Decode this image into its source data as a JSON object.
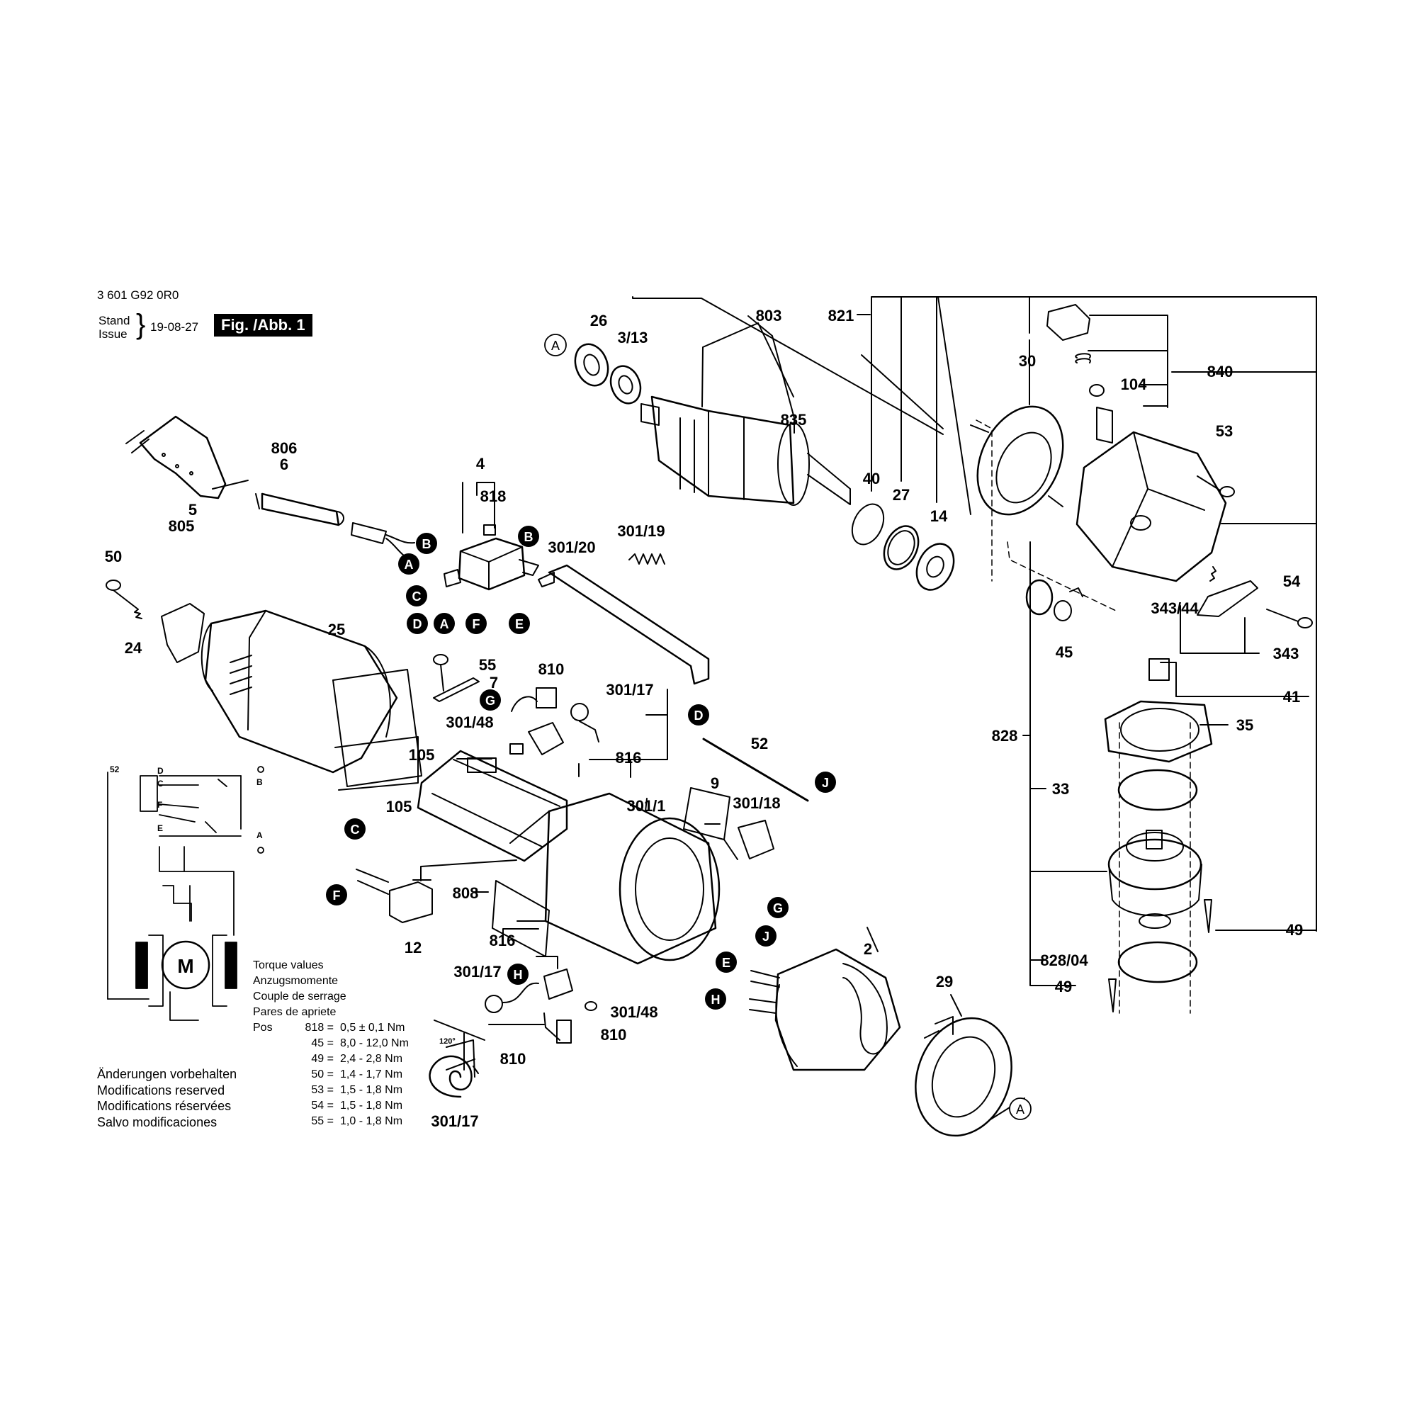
{
  "header": {
    "document_number": "3 601 G92 0R0",
    "stand_issue": [
      "Stand",
      "Issue"
    ],
    "date": "19-08-27",
    "figure_label": "Fig. /Abb. 1"
  },
  "callouts": {
    "c26": "26",
    "c3_13": "3/13",
    "c803": "803",
    "c821": "821",
    "c30": "30",
    "c104": "104",
    "c840": "840",
    "c835": "835",
    "c53": "53",
    "c40": "40",
    "c27": "27",
    "c14": "14",
    "c806": "806",
    "c6": "6",
    "c5": "5",
    "c805": "805",
    "c4": "4",
    "c818": "818",
    "c301_20": "301/20",
    "c301_19": "301/19",
    "c50": "50",
    "c24": "24",
    "c25": "25",
    "c54": "54",
    "c343_44": "343/44",
    "c45": "45",
    "c343": "343",
    "c41": "41",
    "c55": "55",
    "c7": "7",
    "c810a": "810",
    "c301_17a": "301/17",
    "c301_48a": "301/48",
    "c816a": "816",
    "c52b": "52",
    "c105a": "105",
    "c105b": "105",
    "c828": "828",
    "c35": "35",
    "c33": "33",
    "c9": "9",
    "c301_18": "301/18",
    "c301_1": "301/1",
    "c808": "808",
    "c12": "12",
    "c816b": "816",
    "c301_17b": "301/17",
    "c301_48b": "301/48",
    "c810b": "810",
    "c810c": "810",
    "c301_17c": "301/17",
    "c2": "2",
    "c29": "29",
    "c49a": "49",
    "c828_04": "828/04",
    "c49b": "49"
  },
  "connectors": {
    "A1": "A",
    "B1": "B",
    "B2": "B",
    "A2": "A",
    "C1": "C",
    "D1": "D",
    "A3": "A",
    "F1": "F",
    "E1": "E",
    "G1": "G",
    "D2": "D",
    "J1": "J",
    "C2": "C",
    "F2": "F",
    "H1": "H",
    "G2": "G",
    "J2": "J",
    "E2": "E",
    "H2": "H",
    "A4": "A"
  },
  "schematic": {
    "label_52": "52",
    "D": "D",
    "C": "C",
    "F": "F",
    "E": "E",
    "B": "B",
    "A": "A",
    "motor": "M"
  },
  "detail": {
    "angle": "120°"
  },
  "torque": {
    "title_lines": [
      "Torque values",
      "Anzugsmomente",
      "Couple de serrage",
      "Pares de apriete"
    ],
    "pos_prefix": "Pos",
    "rows": [
      {
        "pos": "818 =",
        "value": "0,5 ± 0,1 Nm"
      },
      {
        "pos": "45 =",
        "value": "8,0 - 12,0 Nm"
      },
      {
        "pos": "49 =",
        "value": "2,4 - 2,8 Nm"
      },
      {
        "pos": "50 =",
        "value": "1,4 - 1,7 Nm"
      },
      {
        "pos": "53 =",
        "value": "1,5 - 1,8 Nm"
      },
      {
        "pos": "54 =",
        "value": "1,5 - 1,8 Nm"
      },
      {
        "pos": "55 =",
        "value": "1,0 - 1,8 Nm"
      }
    ]
  },
  "notes": [
    "Änderungen vorbehalten",
    "Modifications reserved",
    "Modifications réservées",
    "Salvo modificaciones"
  ]
}
